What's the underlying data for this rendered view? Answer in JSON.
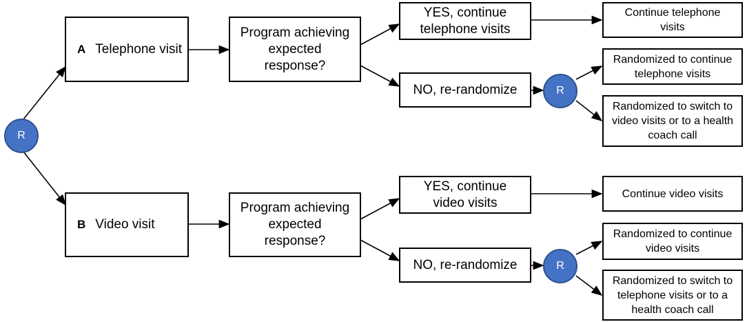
{
  "root": {
    "label": "R"
  },
  "arm_a": {
    "letter": "A",
    "label": "Telephone visit",
    "question": "Program achieving expected response?",
    "yes": "YES, continue telephone visits",
    "yes_outcome": "Continue telephone visits",
    "no": "NO, re-randomize",
    "rerandomize": "R",
    "continue_outcome": "Randomized to continue telephone visits",
    "switch_outcome": "Randomized to switch to video visits or to a health coach call"
  },
  "arm_b": {
    "letter": "B",
    "label": "Video visit",
    "question": "Program achieving expected response?",
    "yes": "YES, continue video visits",
    "yes_outcome": "Continue video visits",
    "no": "NO, re-randomize",
    "rerandomize": "R",
    "continue_outcome": "Randomized to continue video visits",
    "switch_outcome": "Randomized to switch to telephone visits or to a health coach call"
  },
  "colors": {
    "node_fill": "#4472c4",
    "node_text": "#ffffff",
    "line": "#000000"
  }
}
